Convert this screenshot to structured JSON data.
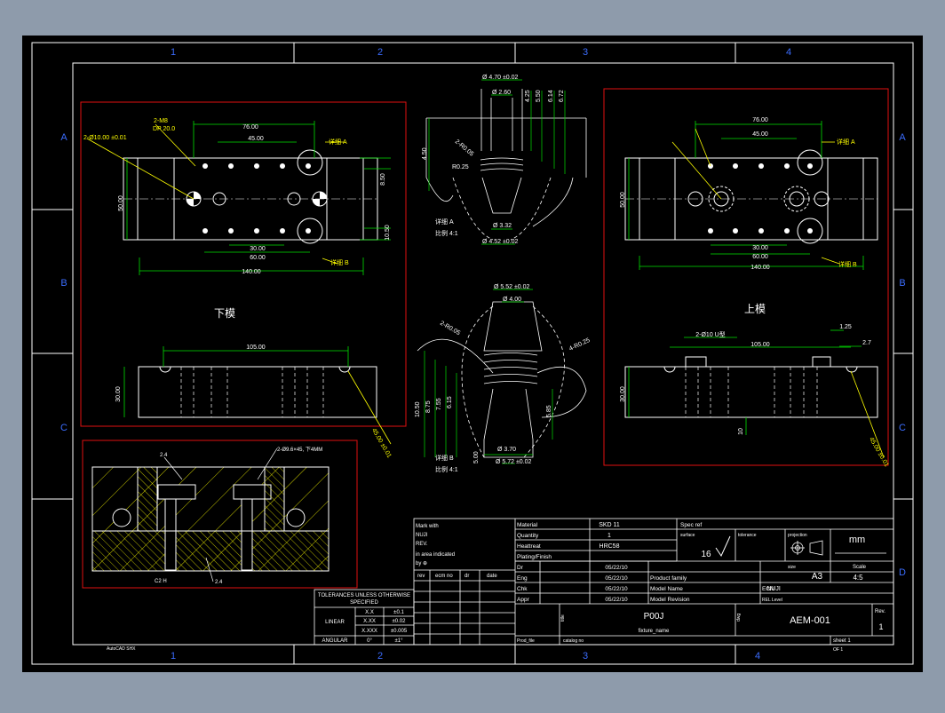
{
  "sheet": {
    "zone_columns": [
      "1",
      "2",
      "3",
      "4"
    ],
    "zone_rows": [
      "A",
      "B",
      "C",
      "D"
    ],
    "bottom_left_note": "AutoCAD SHX"
  },
  "views": {
    "lower_mold_label": "下模",
    "upper_mold_label": "上模"
  },
  "dims_left": {
    "pin_holes": "2-Ø10.00 ±0.01",
    "threads": "2-M8",
    "thread_depth": "DP 20.0",
    "d76": "76.00",
    "d45": "45.00",
    "d8": "8.50",
    "d50": "50.00",
    "d1050": "10.50",
    "d30": "30.00",
    "d60": "60.00",
    "d140": "140.00",
    "detail_a": "详细 A",
    "detail_b": "详细 B",
    "d105": "105.00",
    "d30h": "30.00",
    "angle": "45.00 ±0.01"
  },
  "dims_right": {
    "d76": "76.00",
    "d45": "45.00",
    "d50": "50.00",
    "d30": "30.00",
    "d60": "60.00",
    "d140": "140.00",
    "detail_a": "详细 A",
    "detail_b": "详细 B",
    "slot": "2-Ø10 U型",
    "d105": "105.00",
    "d30h": "30.00",
    "d125": "1.25",
    "d27": "2.7",
    "angle": "45.00 ±0.01",
    "d10": "10"
  },
  "dims_center": {
    "d470": "Ø 4.70 ±0.02",
    "d260": "Ø 2.60",
    "h425": "4.25",
    "h550": "5.50",
    "h614": "6.14",
    "h672": "6.72",
    "h450": "4.50",
    "r025": "R0.25",
    "r8": "2-R0.05",
    "d452": "Ø 4.52 ±0.02",
    "d332": "Ø 3.32",
    "detail_a": "详细 A",
    "scale_a": "比例 4:1",
    "d552": "Ø 5.52 ±0.02",
    "d400": "Ø 4.00",
    "r2": "2-R0.05",
    "r45": "4-R0.25",
    "h1050": "10.50",
    "h875": "8.75",
    "h755": "7.55",
    "h615": "6.15",
    "h585": "5.85",
    "d370": "Ø 3.70",
    "d572": "Ø 5.72 ±0.02",
    "h500": "5.00",
    "detail_b": "详细 B",
    "scale_b": "比例 4:1"
  },
  "section": {
    "label_top": "2.4",
    "label_right": "2-Ø9.6×45, 下4MM",
    "label_bottom": "2.4",
    "label_corner": "C2 H"
  },
  "notes": {
    "line1": "Mark with",
    "line2": "NUJI",
    "line3": "REV.",
    "line4": "in area indicated",
    "line5": "by ⊕"
  },
  "tolerances": {
    "title1": "TOLERANCES UNLESS OTHERWISE",
    "title2": "SPECIFIED",
    "linear": "LINEAR",
    "angular": "ANGULAR",
    "rows": [
      [
        "X.X",
        "±0.1"
      ],
      [
        "X.XX",
        "±0.02"
      ],
      [
        "X.XXX",
        "±0.005"
      ]
    ],
    "ang_a": "0°",
    "ang_b": "±1°"
  },
  "revisions": {
    "headers": [
      "rev",
      "ecm no",
      "dr",
      "date"
    ]
  },
  "title_block": {
    "material_label": "Material",
    "material_value": "SKD 11",
    "quantity_label": "Quantity",
    "quantity_value": "1",
    "heat_label": "Heattreat",
    "heat_value": "HRC58",
    "plating_label": "Plating/Finish",
    "spec_ref": "Spec ref",
    "surface": "surface",
    "surface_value": "16",
    "tolerance": "tolerance",
    "projection": "projection",
    "units": "mm",
    "dr_label": "Dr",
    "eng_label": "Eng",
    "chk_label": "Chk",
    "appr_label": "Appr",
    "date": "05/22/10",
    "product_family": "Product family",
    "model_name": "Model Name",
    "model_revision": "Model Revision",
    "company": "NUJI",
    "size_label": "size",
    "size_value": "A3",
    "scale_label": "Scale",
    "scale_value": "4:5",
    "ecn": "ECN",
    "rel_level": "REL Level",
    "title": "P00J",
    "title_label": "title",
    "subtitle": "fixture_name",
    "drawing_no_label": "dwg",
    "drawing_no": "AEM-001",
    "rev_label": "Rev.",
    "rev_value": "1",
    "prod_file": "Prod_file",
    "catalog": "catalog no",
    "sheet": "sheet 1",
    "sheet_of": "OF 1"
  }
}
